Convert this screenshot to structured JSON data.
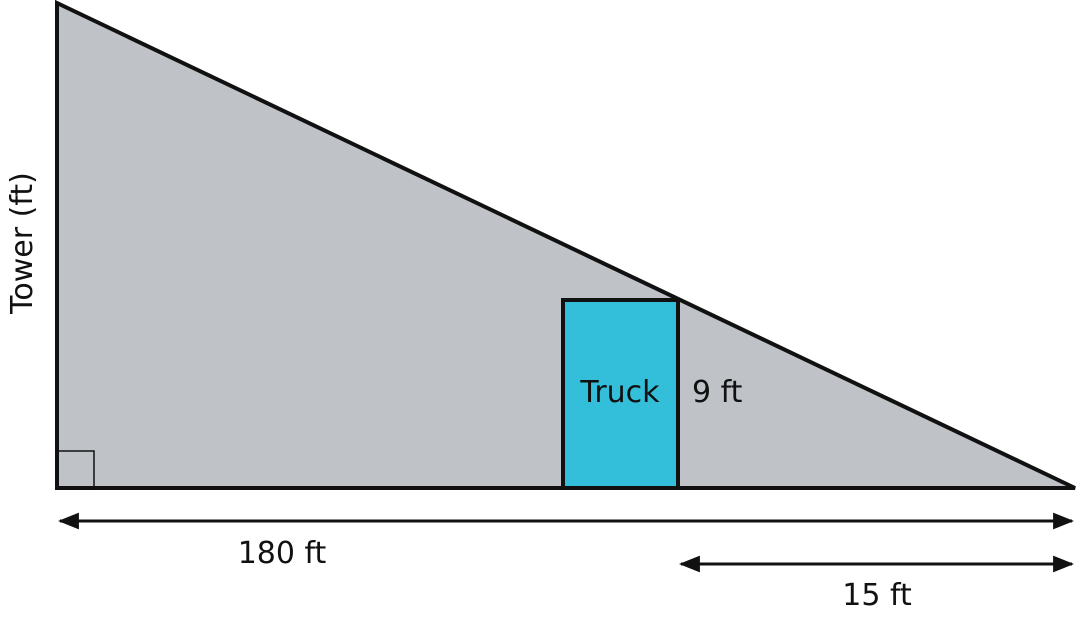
{
  "diagram": {
    "labels": {
      "tower": "Tower (ft)",
      "truck": "Truck",
      "truck_height": "9 ft",
      "total_distance": "180 ft",
      "truck_to_end": "15 ft"
    },
    "colors": {
      "triangle_fill": "#bfc3c8",
      "truck_fill": "#33bfda",
      "stroke": "#111111"
    }
  }
}
